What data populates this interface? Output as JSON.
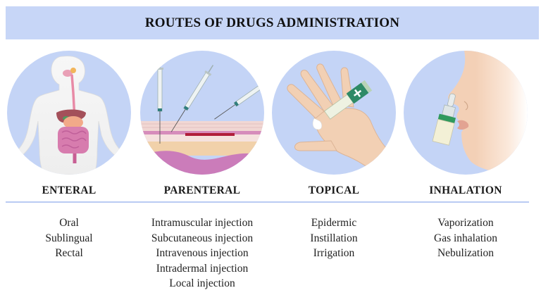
{
  "title": "ROUTES OF DRUGS ADMINISTRATION",
  "colors": {
    "banner": "#c7d6f7",
    "circle": "#c4d4f6",
    "divider": "#b9cbf3",
    "text": "#1a1a1a"
  },
  "routes": [
    {
      "heading": "ENTERAL",
      "illustration": "digestive-system-icon",
      "items": [
        "Oral",
        "Sublingual",
        "Rectal"
      ]
    },
    {
      "heading": "PARENTERAL",
      "illustration": "syringes-skin-layers-icon",
      "items": [
        "Intramuscular injection",
        "Subcutaneous injection",
        "Intravenous injection",
        "Intradermal injection",
        "Local injection"
      ]
    },
    {
      "heading": "TOPICAL",
      "illustration": "hand-ointment-tube-icon",
      "items": [
        "Epidermic",
        "Instillation",
        "Irrigation"
      ]
    },
    {
      "heading": "INHALATION",
      "illustration": "nasal-spray-face-icon",
      "items": [
        "Vaporization",
        "Gas inhalation",
        "Nebulization"
      ]
    }
  ]
}
